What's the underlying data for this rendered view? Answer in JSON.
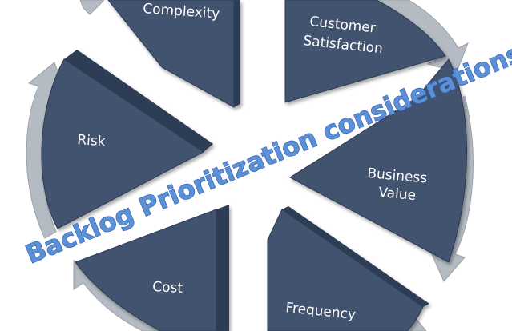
{
  "diagram": {
    "banner_text": "Backlog Prioritization considerations",
    "segments": [
      {
        "label": "Complexity"
      },
      {
        "label_line1": "Customer",
        "label_line2": "Satisfaction"
      },
      {
        "label_line1": "Business",
        "label_line2": "Value"
      },
      {
        "label": "Frequency"
      },
      {
        "label": "Cost"
      },
      {
        "label": "Risk"
      }
    ],
    "colors": {
      "segment_fill": "#42526f",
      "segment_edge": "#2b3a55",
      "arrow_fill": "#b5bbc2",
      "arrow_edge": "#9aa1a9",
      "banner_fill": "#5b8fd6",
      "banner_stroke": "#2f5fae"
    }
  }
}
